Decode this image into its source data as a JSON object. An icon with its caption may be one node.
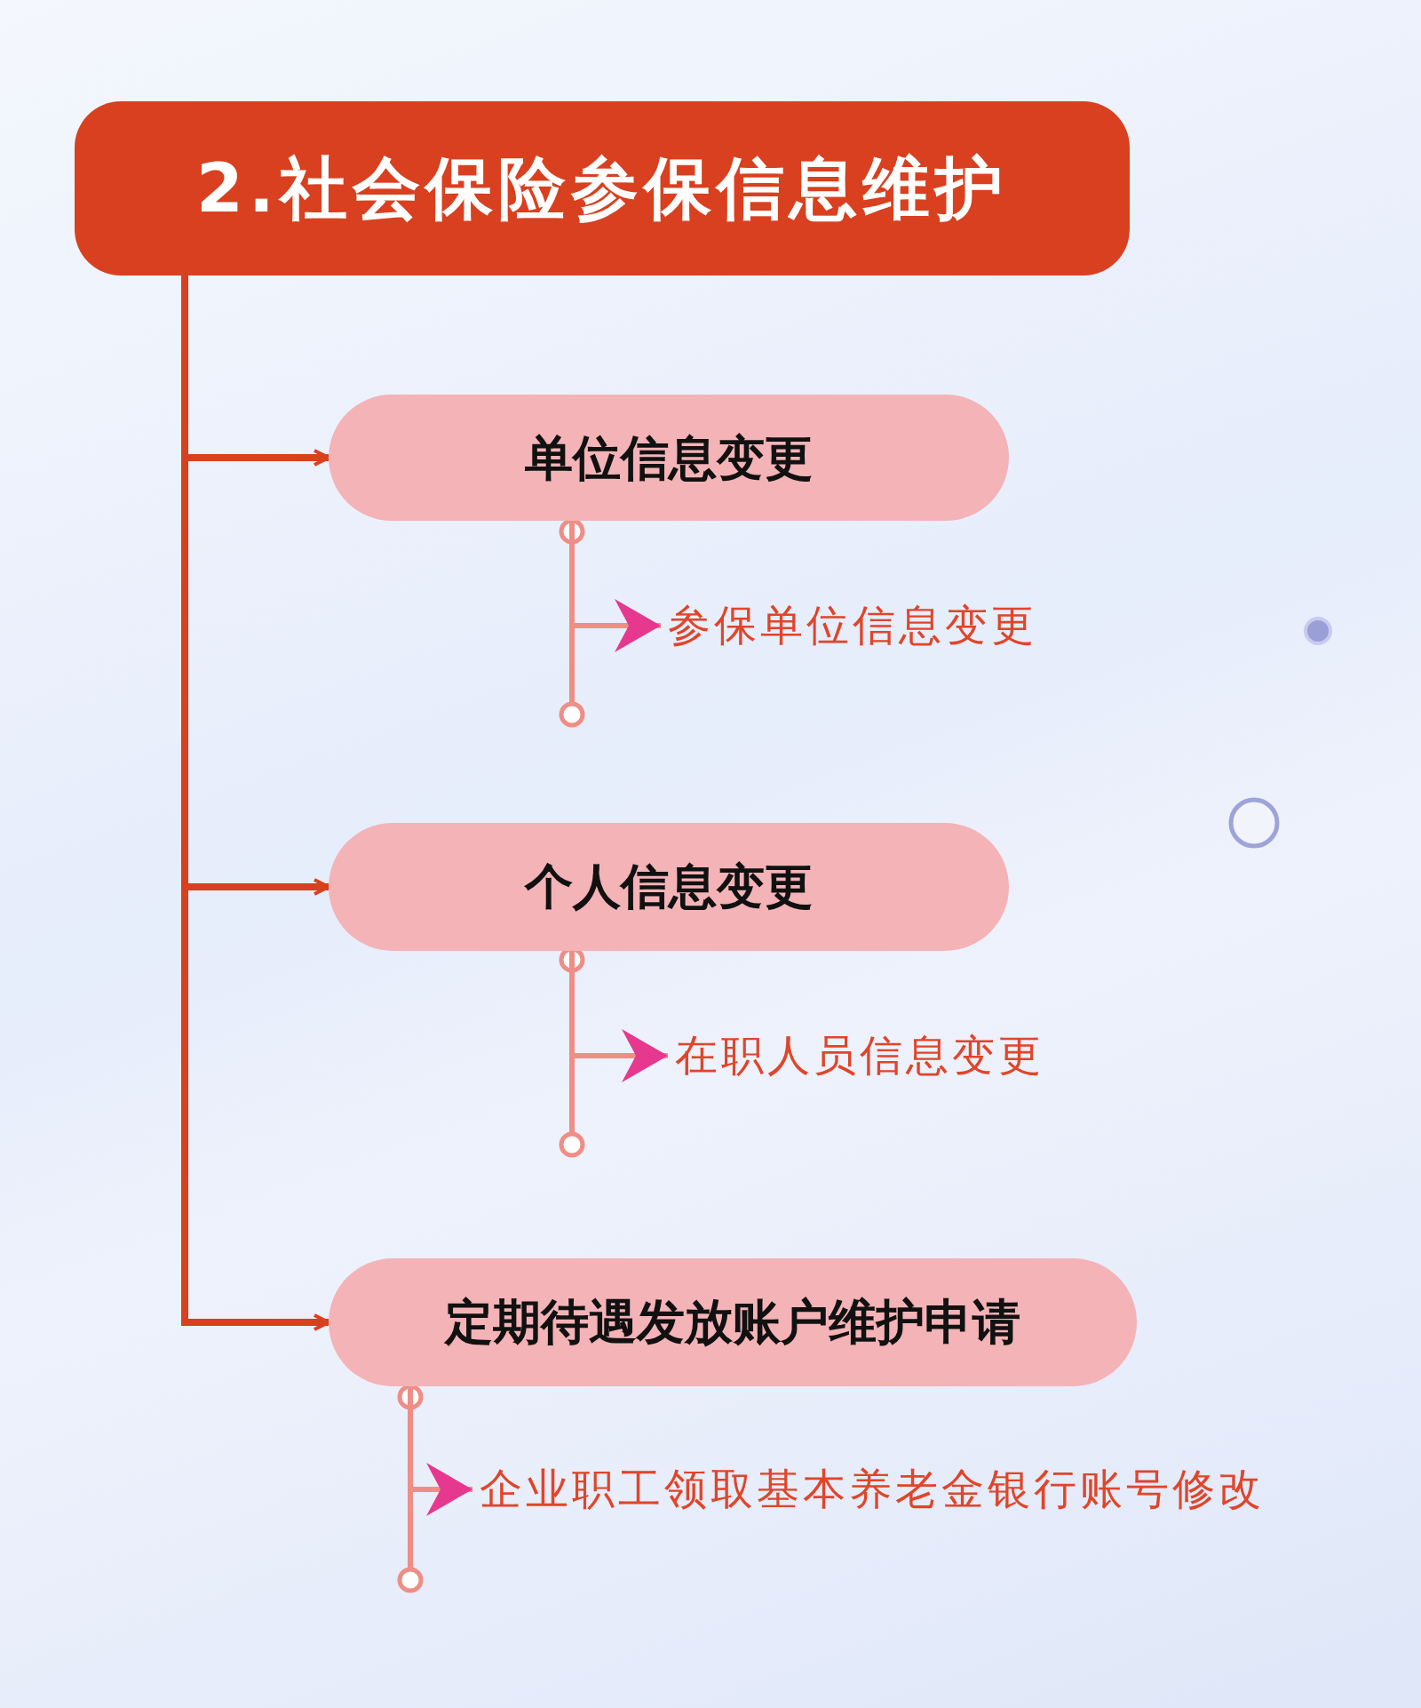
{
  "diagram": {
    "nodes": [
      {
        "text": [
          "2.社会保险参保信息维护"
        ]
      },
      {
        "text": [
          "单位信息变更"
        ]
      },
      {
        "text": [
          "参保单位信息变更"
        ]
      },
      {
        "text": [
          "个人信息变更"
        ]
      },
      {
        "text": [
          "在职人员信息变更"
        ]
      },
      {
        "text": [
          "定期待遇发放账户维护申请"
        ]
      },
      {
        "text": [
          "企业职工领取基本养老金银行账号修改"
        ]
      }
    ],
    "edges": [
      {
        "from": 0,
        "to": 1,
        "arrow": "to",
        "color": "#d9401f"
      },
      {
        "from": 0,
        "to": 3,
        "arrow": "to",
        "color": "#d9401f"
      },
      {
        "from": 0,
        "to": 5,
        "arrow": "to",
        "color": "#d9401f"
      },
      {
        "from": 1,
        "to": 2,
        "arrow": "to",
        "color": "#ee8e86"
      },
      {
        "from": 3,
        "to": 4,
        "arrow": "to",
        "color": "#ee8e86"
      },
      {
        "from": 5,
        "to": 6,
        "arrow": "to",
        "color": "#ee8e86"
      }
    ]
  }
}
